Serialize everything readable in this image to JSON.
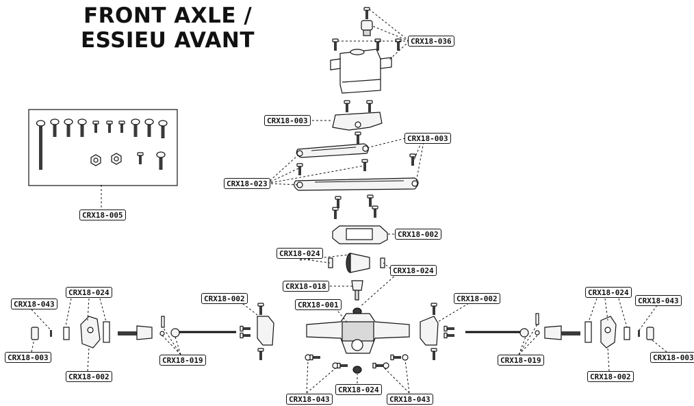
{
  "title": {
    "line1": "FRONT AXLE /",
    "line2": "ESSIEU AVANT"
  },
  "callouts": [
    {
      "id": "servo-top",
      "text": "CRX18-036"
    },
    {
      "id": "servo-mount",
      "text": "CRX18-003"
    },
    {
      "id": "link-right",
      "text": "CRX18-003"
    },
    {
      "id": "link-left",
      "text": "CRX18-023"
    },
    {
      "id": "hardware",
      "text": "CRX18-005"
    },
    {
      "id": "gear-cover",
      "text": "CRX18-002"
    },
    {
      "id": "bearing-top",
      "text": "CRX18-024"
    },
    {
      "id": "bearing-right",
      "text": "CRX18-024"
    },
    {
      "id": "pinion",
      "text": "CRX18-018"
    },
    {
      "id": "axle-housing",
      "text": "CRX18-001"
    },
    {
      "id": "l-knuckle-bearing",
      "text": "CRX18-024"
    },
    {
      "id": "l-hub-nut",
      "text": "CRX18-043"
    },
    {
      "id": "l-hub",
      "text": "CRX18-003"
    },
    {
      "id": "l-knuckle",
      "text": "CRX18-002"
    },
    {
      "id": "l-c-hub",
      "text": "CRX18-002"
    },
    {
      "id": "l-driveshaft",
      "text": "CRX18-019"
    },
    {
      "id": "r-c-hub",
      "text": "CRX18-002"
    },
    {
      "id": "r-knuckle-bearing",
      "text": "CRX18-024"
    },
    {
      "id": "r-hub-nut",
      "text": "CRX18-043"
    },
    {
      "id": "r-hub",
      "text": "CRX18-003"
    },
    {
      "id": "r-knuckle",
      "text": "CRX18-002"
    },
    {
      "id": "r-driveshaft",
      "text": "CRX18-019"
    },
    {
      "id": "bottom-ball-l",
      "text": "CRX18-043"
    },
    {
      "id": "bottom-bearing",
      "text": "CRX18-024"
    },
    {
      "id": "bottom-ball-r",
      "text": "CRX18-043"
    }
  ],
  "colors": {
    "line": "#111111",
    "fill_light": "#f4f4f4",
    "fill_mid": "#d9d9d9",
    "fill_dark": "#3a3a3a"
  }
}
